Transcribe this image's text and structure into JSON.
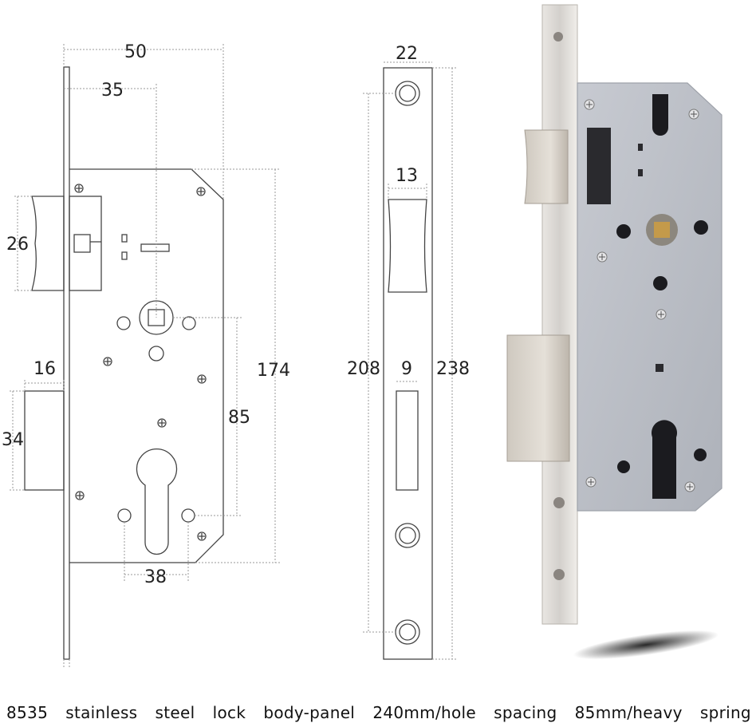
{
  "dimensions": {
    "width_total": "50",
    "backset": "35",
    "latch_height": "26",
    "faceplate_hole_spacing": "208",
    "faceplate_length": "238",
    "faceplate_width": "22",
    "latch_slot_width": "13",
    "deadbolt_projection": "16",
    "deadbolt_height": "34",
    "deadbolt_slot_width": "9",
    "body_height": "174",
    "center_distance": "85",
    "cylinder_hole_spacing": "38"
  },
  "caption": {
    "words": [
      "8535",
      "stainless",
      "steel",
      "lock",
      "body-panel",
      "240mm/hole",
      "spacing",
      "85mm/heavy",
      "spring"
    ]
  },
  "colors": {
    "line": "#444444",
    "dim_line": "#999999",
    "lock_body_metal": "#b9bcc4",
    "faceplate_metal": "#d6d3d0",
    "background": "#ffffff"
  }
}
